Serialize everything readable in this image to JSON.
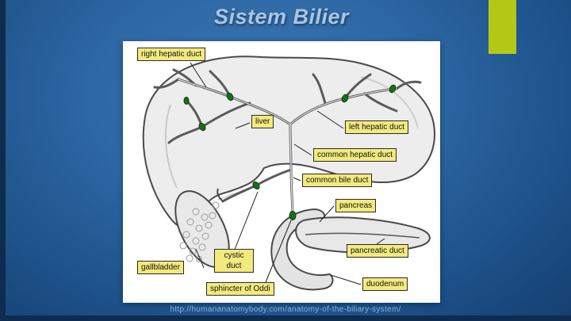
{
  "slide": {
    "title": "Sistem Bilier",
    "footer_url": "http://humananatomybody.com/anatomy-of-the-biliary-system/"
  },
  "labels": {
    "right_hepatic_duct": "right hepatic duct",
    "liver": "liver",
    "left_hepatic_duct": "left hepatic duct",
    "common_hepatic_duct": "common hepatic duct",
    "common_bile_duct": "common bile duct",
    "pancreas": "pancreas",
    "pancreatic_duct": "pancreatic duct",
    "gallbladder": "gallbladder",
    "cystic_duct": "cystic duct",
    "sphincter_of_oddi": "sphincter of Oddi",
    "duodenum": "duodenum"
  },
  "colors": {
    "slide_accent": "#b3c916",
    "label_background": "#f3ea7e",
    "title_text": "#a9c6e4",
    "duct_node_green": "#1d6b1d",
    "footer_text": "#8ab4d8"
  }
}
